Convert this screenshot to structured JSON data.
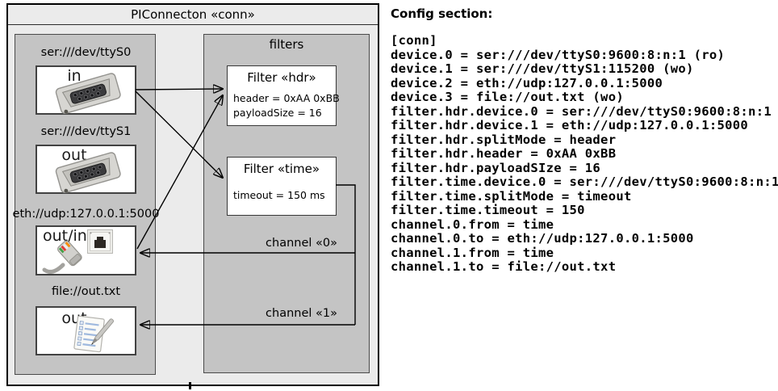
{
  "diagram": {
    "title": "PIConnecton «conn»",
    "devices_panel": {
      "devices": [
        {
          "url": "ser:///dev/ttyS0",
          "direction": "in",
          "icon": "serial-port-icon"
        },
        {
          "url": "ser:///dev/ttyS1",
          "direction": "out",
          "icon": "serial-port-icon"
        },
        {
          "url": "eth://udp:127.0.0.1:5000",
          "direction": "out/in",
          "icon": "ethernet-icon"
        },
        {
          "url": "file://out.txt",
          "direction": "out",
          "icon": "notepad-icon"
        }
      ]
    },
    "filters_panel": {
      "title": "filters",
      "filters": [
        {
          "title": "Filter «hdr»",
          "attributes": [
            "header = 0xAA 0xBB",
            "payloadSize = 16"
          ]
        },
        {
          "title": "Filter «time»",
          "attributes": [
            "timeout = 150 ms"
          ]
        }
      ],
      "channels": [
        {
          "label": "channel «0»"
        },
        {
          "label": "channel «1»"
        }
      ]
    }
  },
  "config": {
    "heading": "Config section:",
    "lines": [
      "[conn]",
      "device.0 = ser:///dev/ttyS0:9600:8:n:1 (ro)",
      "device.1 = ser:///dev/ttyS1:115200 (wo)",
      "device.2 = eth://udp:127.0.0.1:5000",
      "device.3 = file://out.txt (wo)",
      "filter.hdr.device.0 = ser:///dev/ttyS0:9600:8:n:1",
      "filter.hdr.device.1 = eth://udp:127.0.0.1:5000",
      "filter.hdr.splitMode = header",
      "filter.hdr.header = 0xAA 0xBB",
      "filter.hdr.payloadSIze = 16",
      "filter.time.device.0 = ser:///dev/ttyS0:9600:8:n:1",
      "filter.time.splitMode = timeout",
      "filter.time.timeout = 150",
      "channel.0.from = time",
      "channel.0.to = eth://udp:127.0.0.1:5000",
      "channel.1.from = time",
      "channel.1.to = file://out.txt"
    ]
  },
  "colors": {
    "page_bg": "#ffffff",
    "outer_bg": "#ebebeb",
    "panel_bg": "#c4c4c4",
    "box_bg": "#ffffff",
    "outer_border": "#000000",
    "inner_border": "#4a4a4a",
    "text": "#000000"
  }
}
